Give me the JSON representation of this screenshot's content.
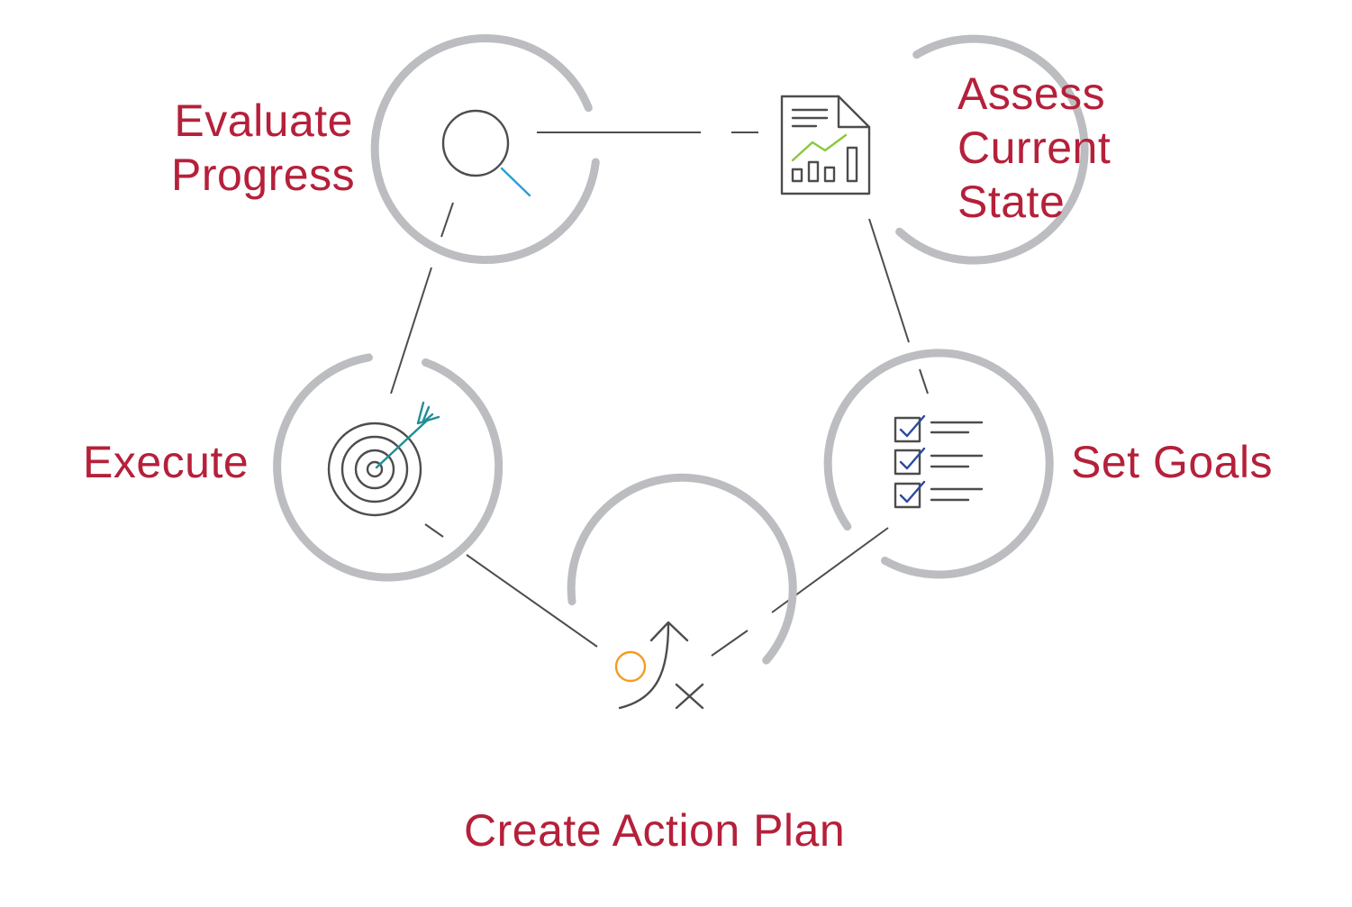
{
  "colors": {
    "label": "#b5203a",
    "ring": "#bcbdc0",
    "connector": "#4d4d4f",
    "icon": "#4d4d4f",
    "accent_blue": "#2a9fd8",
    "accent_green": "#8dc63f",
    "accent_teal": "#1f8f94",
    "accent_navy": "#2c4a9e",
    "accent_orange": "#f39c1f"
  },
  "steps": {
    "evaluate": {
      "lines": [
        "Evaluate",
        "Progress"
      ],
      "icon": "magnifier-icon"
    },
    "assess": {
      "lines": [
        "Assess",
        "Current",
        "State"
      ],
      "icon": "report-chart-icon"
    },
    "goals": {
      "lines": [
        "Set Goals"
      ],
      "icon": "checklist-icon"
    },
    "plan": {
      "lines": [
        "Create Action Plan"
      ],
      "icon": "strategy-play-icon"
    },
    "execute": {
      "lines": [
        "Execute"
      ],
      "icon": "target-arrow-icon"
    }
  }
}
